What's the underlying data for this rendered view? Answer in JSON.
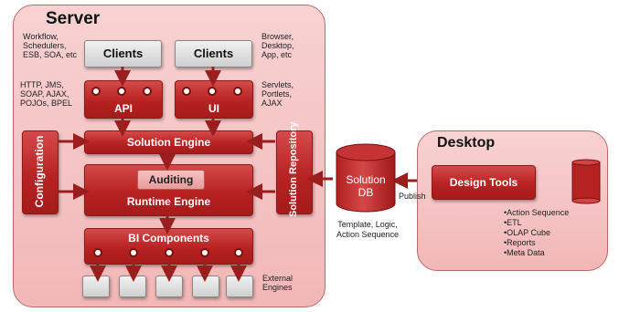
{
  "server": {
    "title": "Server",
    "left_top_lines": [
      "Workflow,",
      "Schedulers,",
      "ESB, SOA, etc"
    ],
    "left_mid_lines": [
      "HTTP, JMS,",
      "SOAP, AJAX,",
      "POJOs, BPEL"
    ],
    "right_top_lines": [
      "Browser,",
      "Desktop,",
      "App, etc"
    ],
    "right_mid_lines": [
      "Servlets,",
      "Portlets,",
      "AJAX"
    ],
    "clients_left": "Clients",
    "clients_right": "Clients",
    "api": "API",
    "ui": "UI",
    "solution_engine": "Solution Engine",
    "configuration": "Configuration",
    "solution_repository": "Solution Repository",
    "auditing": "Auditing",
    "runtime_engine": "Runtime Engine",
    "bi_components": "BI Components",
    "external_engines_lines": [
      "External",
      "Engines"
    ]
  },
  "solution_db": {
    "label_lines": [
      "Solution",
      "DB"
    ],
    "caption_lines": [
      "Template, Logic,",
      "Action Sequence"
    ]
  },
  "desktop": {
    "title": "Desktop",
    "design_tools": "Design Tools",
    "publish": "Publish",
    "bullets": [
      "•Action Sequence",
      "•ETL",
      "•OLAP Cube",
      "•Reports",
      "•Meta Data"
    ]
  }
}
